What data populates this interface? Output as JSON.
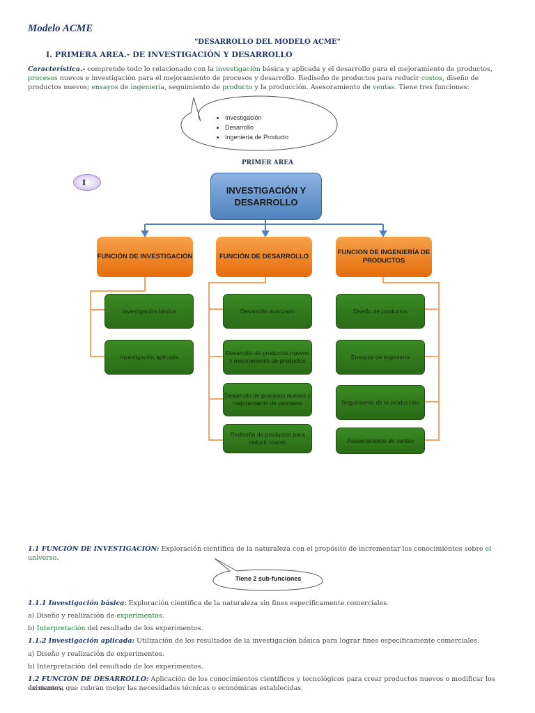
{
  "doc_title": "Modelo ACME",
  "center_title": "\"DESARROLLO DEL MODELO ACME\"",
  "section_heading": "I. PRIMERA AREA.- DE INVESTIGACIÓN Y DESARROLLO",
  "intro": {
    "label": "Característica.-",
    "text_1": " comprende todo lo relacionado con la ",
    "link_1": "investigación",
    "text_2": " básica y aplicada y el desarrollo para el mejoramiento de productos, ",
    "link_2": "procesos",
    "text_3": " nuevos e investigación para el mejoramiento de procesos y desarrollo. Rediseño de productos para reducir ",
    "link_3": "costos",
    "text_4": ", diseño de productos nuevos; ",
    "link_4": "ensayos",
    "text_5": " de ",
    "link_5": "ingeniería",
    "text_6": ", seguimiento de ",
    "link_6": "producto",
    "text_7": " y la producción. Asesoramiento de ",
    "link_7": "ventas",
    "text_8": ". Tiene tres funciones:"
  },
  "bubble_items": [
    "Investigación",
    "Desarrollo",
    "Ingeniería de Producto"
  ],
  "primer_area": "PRIMER AREA",
  "roman_label": "I",
  "top_box": "INVESTIGACIÓN Y DESARROLLO",
  "functions": [
    {
      "title": "FUNCIÓN DE INVESTIGACIÓN",
      "subs": [
        "Investigación básica",
        "Investigación aplicada"
      ]
    },
    {
      "title": "FUNCIÓN DE DESARROLLO",
      "subs": [
        "Desarrollo avanzado",
        "Desarrollo de productos nuevos y mejoramiento de productos",
        "Desarrollo de procesos nuevos y mejoramiento de procesos",
        "Rediseño de productos para reducir costos"
      ]
    },
    {
      "title": "FUNCION DE INGENIERÍA DE PRODUCTOS",
      "subs": [
        "Diseño de productos",
        "Ensayos de ingeniería",
        "Seguimiento de la producción",
        "Asesoramiento de ventas"
      ]
    }
  ],
  "s11": {
    "label": "1.1 FUNCIÓN DE INVESTIGACIÓN:",
    "text": " Exploración científica de la naturaleza con el propósito de incrementar los conocimientos sobre ",
    "link": "el universo",
    "end": "."
  },
  "oval_note": "Tiene 2 sub-funciones",
  "s111": {
    "label": "1.1.1 Investigación básica",
    "text": ": Exploración científica de la naturaleza sin fines específicamente comerciales."
  },
  "s111_a": {
    "text": "a) Diseño y realización de ",
    "link": "experimentos",
    "end": "."
  },
  "s111_b": {
    "text": "b) ",
    "link": "Interpretación",
    "end": " del resultado de los experimentos."
  },
  "s112": {
    "label": "1.1.2 Investigación aplicada:",
    "text": " Utilización de los resultados de la investigación básica para lograr fines específicamente comerciales."
  },
  "s112_a": "a) Diseño y realización de experimentos.",
  "s112_b": "b) Interpretación del resultado de los experimentos.",
  "s12": {
    "label": "1.2 FUNCIÓN DE DESARROLLO:",
    "text": " Aplicación de los conocimientos científicos y tecnológicos para crear productos nuevos o modificar los existentes,"
  },
  "s12_cont": "de manera que cubran mejor las necesidades técnicas o económicas establecidas."
}
